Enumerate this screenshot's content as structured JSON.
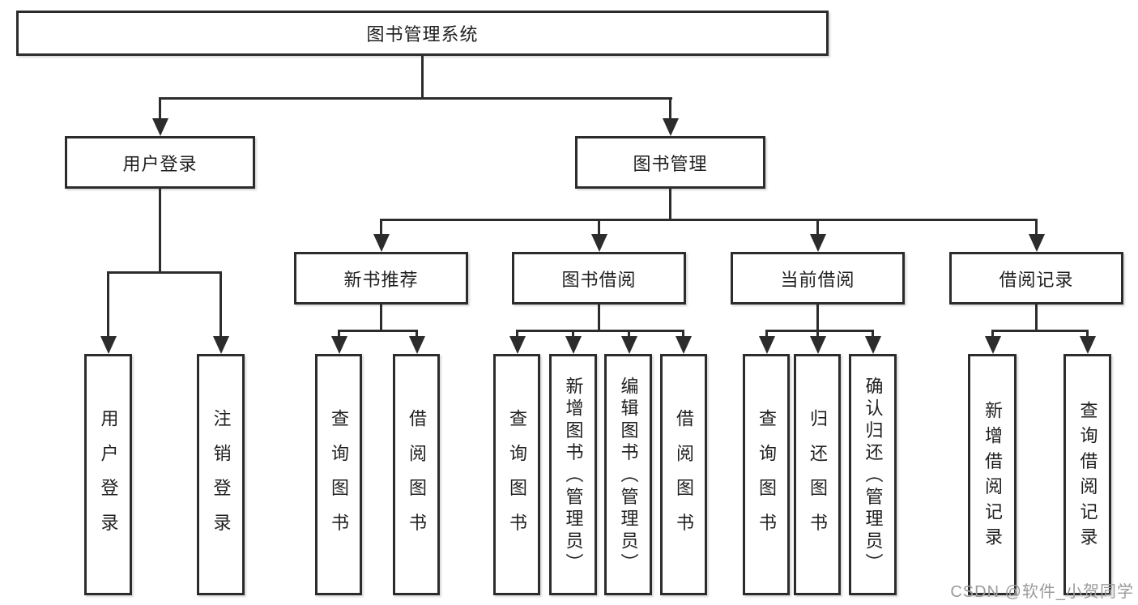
{
  "diagram": {
    "root": {
      "label": "图书管理系统",
      "children": [
        {
          "label": "用户登录",
          "children": [
            {
              "label": "用户登录"
            },
            {
              "label": "注销登录"
            }
          ]
        },
        {
          "label": "图书管理",
          "children": [
            {
              "label": "新书推荐",
              "children": [
                {
                  "label": "查询图书"
                },
                {
                  "label": "借阅图书"
                }
              ]
            },
            {
              "label": "图书借阅",
              "children": [
                {
                  "label": "查询图书"
                },
                {
                  "label": "新增图书（管理员）"
                },
                {
                  "label": "编辑图书（管理员）"
                },
                {
                  "label": "借阅图书"
                }
              ]
            },
            {
              "label": "当前借阅",
              "children": [
                {
                  "label": "查询图书"
                },
                {
                  "label": "归还图书"
                },
                {
                  "label": "确认归还（管理员）"
                }
              ]
            },
            {
              "label": "借阅记录",
              "children": [
                {
                  "label": "新增借阅记录"
                },
                {
                  "label": "查询借阅记录"
                }
              ]
            }
          ]
        }
      ]
    },
    "colors": {
      "line": "#2c2c2c",
      "text": "#1f1f1f",
      "box_background": "#ffffff",
      "watermark": "#9b9b9b"
    }
  },
  "watermark": {
    "text": "CSDN @软件_小贺同学"
  }
}
